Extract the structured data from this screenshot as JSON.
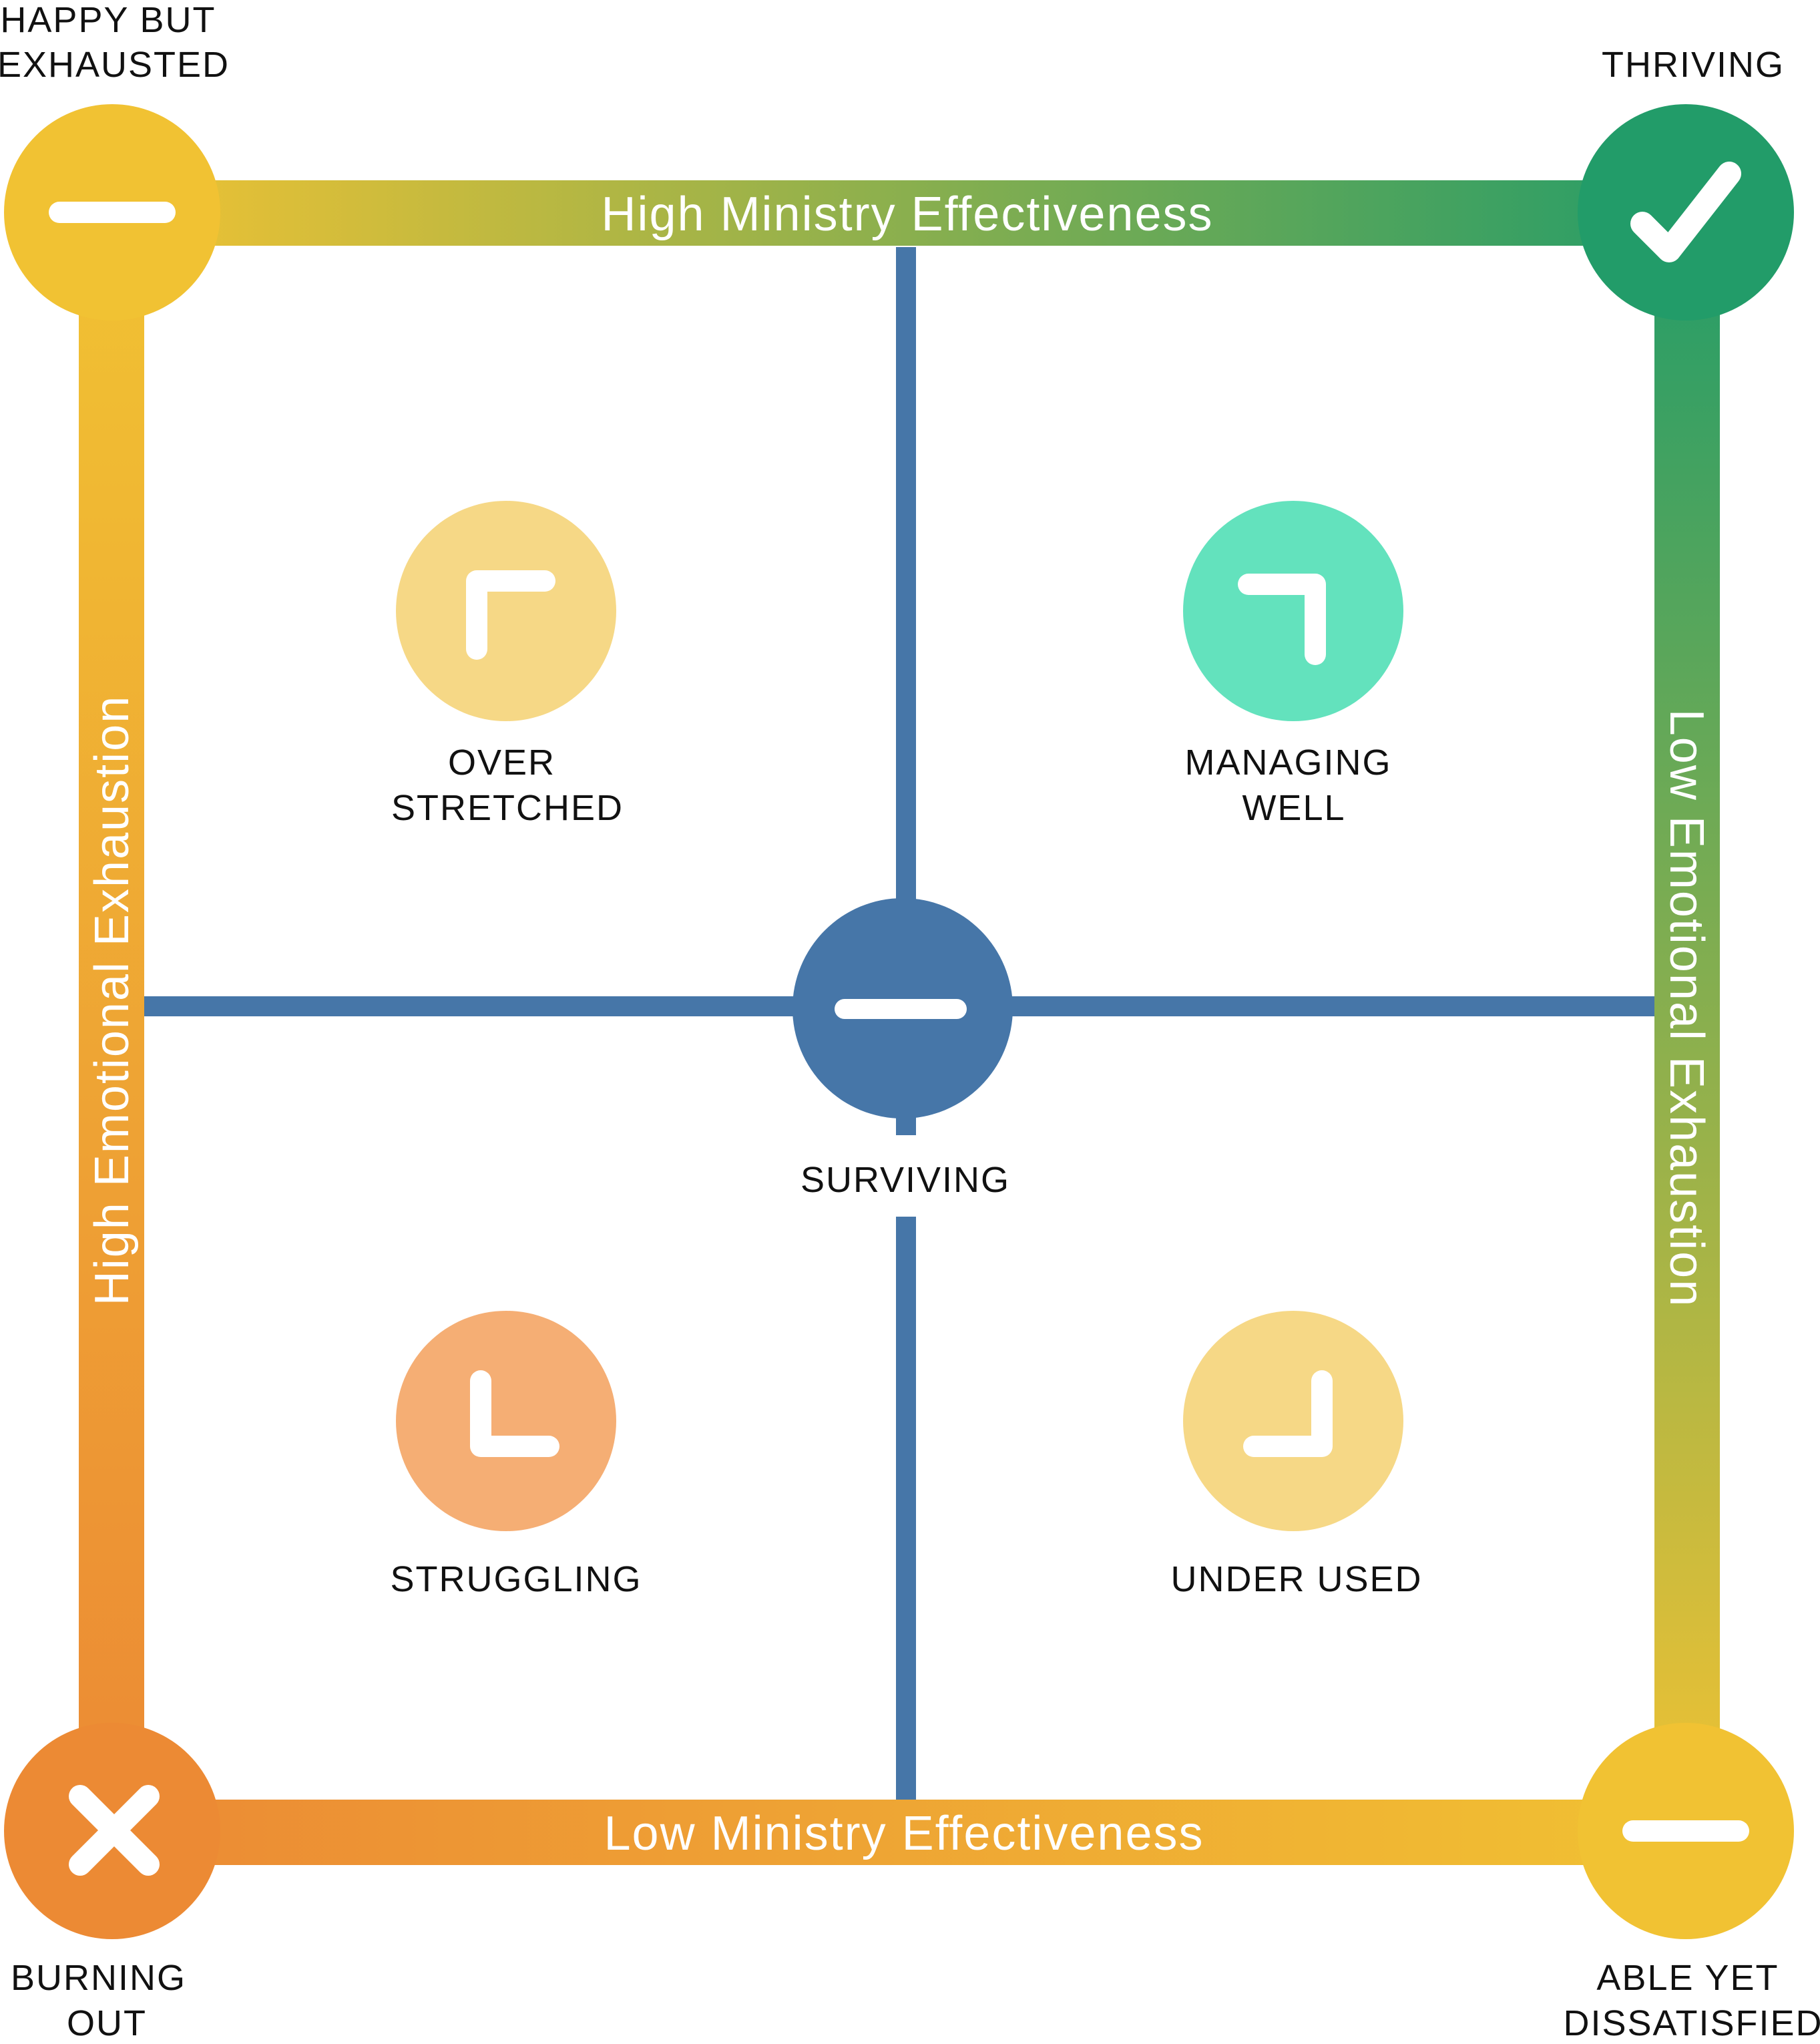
{
  "axes": {
    "top": "High Ministry Effectiveness",
    "bottom": "Low Ministry Effectiveness",
    "left": "High Emotional Exhaustion",
    "right": "Low Emotional Exhaustion"
  },
  "corners": {
    "top_left": [
      "HAPPY BUT",
      "EXHAUSTED"
    ],
    "top_right": [
      "THRIVING"
    ],
    "bottom_left": [
      "BURNING",
      "OUT"
    ],
    "bottom_right": [
      "ABLE YET",
      "DISSATISFIED"
    ]
  },
  "quadrants": {
    "top_left": [
      "OVER",
      "STRETCHED"
    ],
    "top_right": [
      "MANAGING",
      "WELL"
    ],
    "bottom_left": [
      "STRUGGLING"
    ],
    "bottom_right": [
      "UNDER USED"
    ]
  },
  "center": [
    "SURVIVING"
  ],
  "icons": {
    "top_left": "minus-icon",
    "top_right": "check-icon",
    "bottom_left": "cross-icon",
    "bottom_right": "minus-icon",
    "center": "minus-icon",
    "q_top_left": "corner-top-left-icon",
    "q_top_right": "corner-top-right-icon",
    "q_bottom_left": "corner-bottom-left-icon",
    "q_bottom_right": "corner-bottom-right-icon"
  },
  "colors": {
    "blue": "#4676A8",
    "yellow": "#F1C233",
    "green": "#229C69",
    "orange": "#EC8A34",
    "light_yellow": "#F6D886",
    "mint": "#63E2BD",
    "peach": "#F5AE74"
  }
}
